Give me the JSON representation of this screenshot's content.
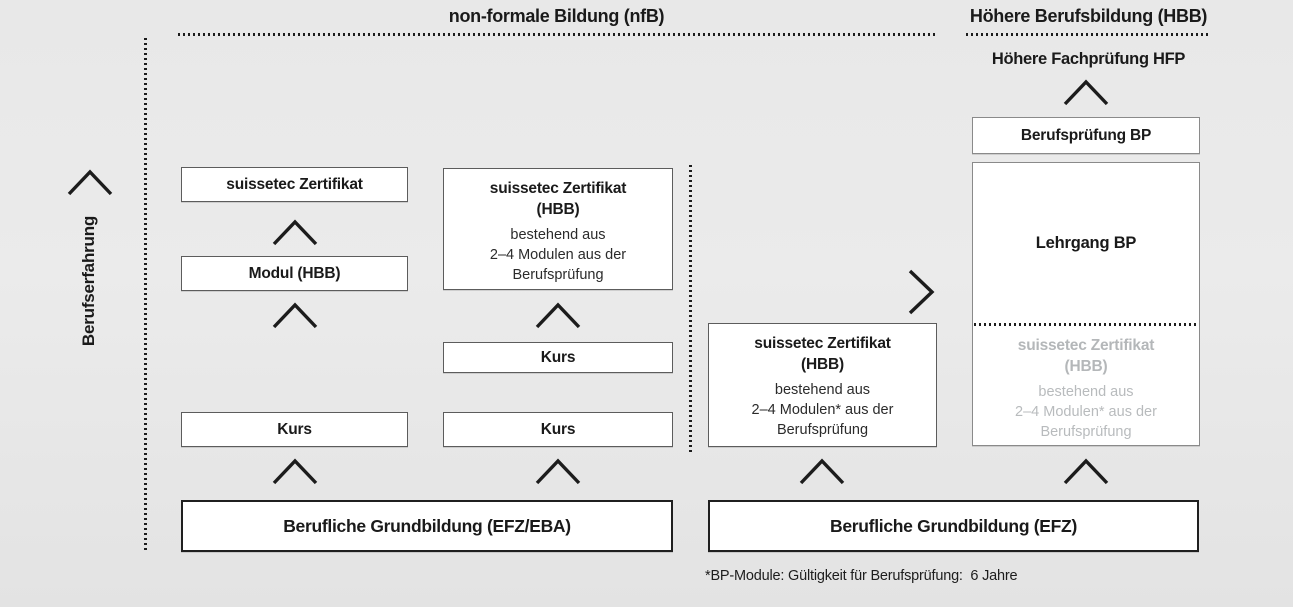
{
  "colors": {
    "background": "#e9e9e9",
    "line": "#1c1c1c",
    "box_fill": "#ffffff",
    "disabled_gray": "#b4b7b9"
  },
  "headers": {
    "nfb": "non-formale Bildung (nfB)",
    "hbb": "Höhere Berufsbildung (HBB)",
    "hfp": "Höhere Fachprüfung HFP"
  },
  "left_axis": {
    "label": "Berufserfahrung"
  },
  "col1": {
    "zertifikat": "suissetec Zertifikat",
    "modul": "Modul (HBB)",
    "kurs": "Kurs",
    "grundbildung": "Berufliche Grundbildung (EFZ/EBA)"
  },
  "col2": {
    "cert_title_1": "suissetec Zertifikat",
    "cert_title_2": "(HBB)",
    "cert_body_1": "bestehend aus",
    "cert_body_2": "2–4 Modulen aus der",
    "cert_body_3": "Berufsprüfung",
    "kurs_upper": "Kurs",
    "kurs_lower": "Kurs"
  },
  "col3": {
    "cert_title_1": "suissetec Zertifikat",
    "cert_title_2": "(HBB)",
    "cert_body_1": "bestehend aus",
    "cert_body_2": "2–4 Modulen* aus der",
    "cert_body_3": "Berufsprüfung",
    "grundbildung": "Berufliche Grundbildung (EFZ)"
  },
  "col4": {
    "berufspruefung": "Berufsprüfung BP",
    "lehrgang": "Lehrgang BP",
    "cert_title_1": "suissetec Zertifikat",
    "cert_title_2": "(HBB)",
    "cert_body_1": "bestehend aus",
    "cert_body_2": "2–4 Modulen* aus der",
    "cert_body_3": "Berufsprüfung"
  },
  "footnote": "*BP-Module: Gültigkeit für Berufsprüfung:  6 Jahre"
}
